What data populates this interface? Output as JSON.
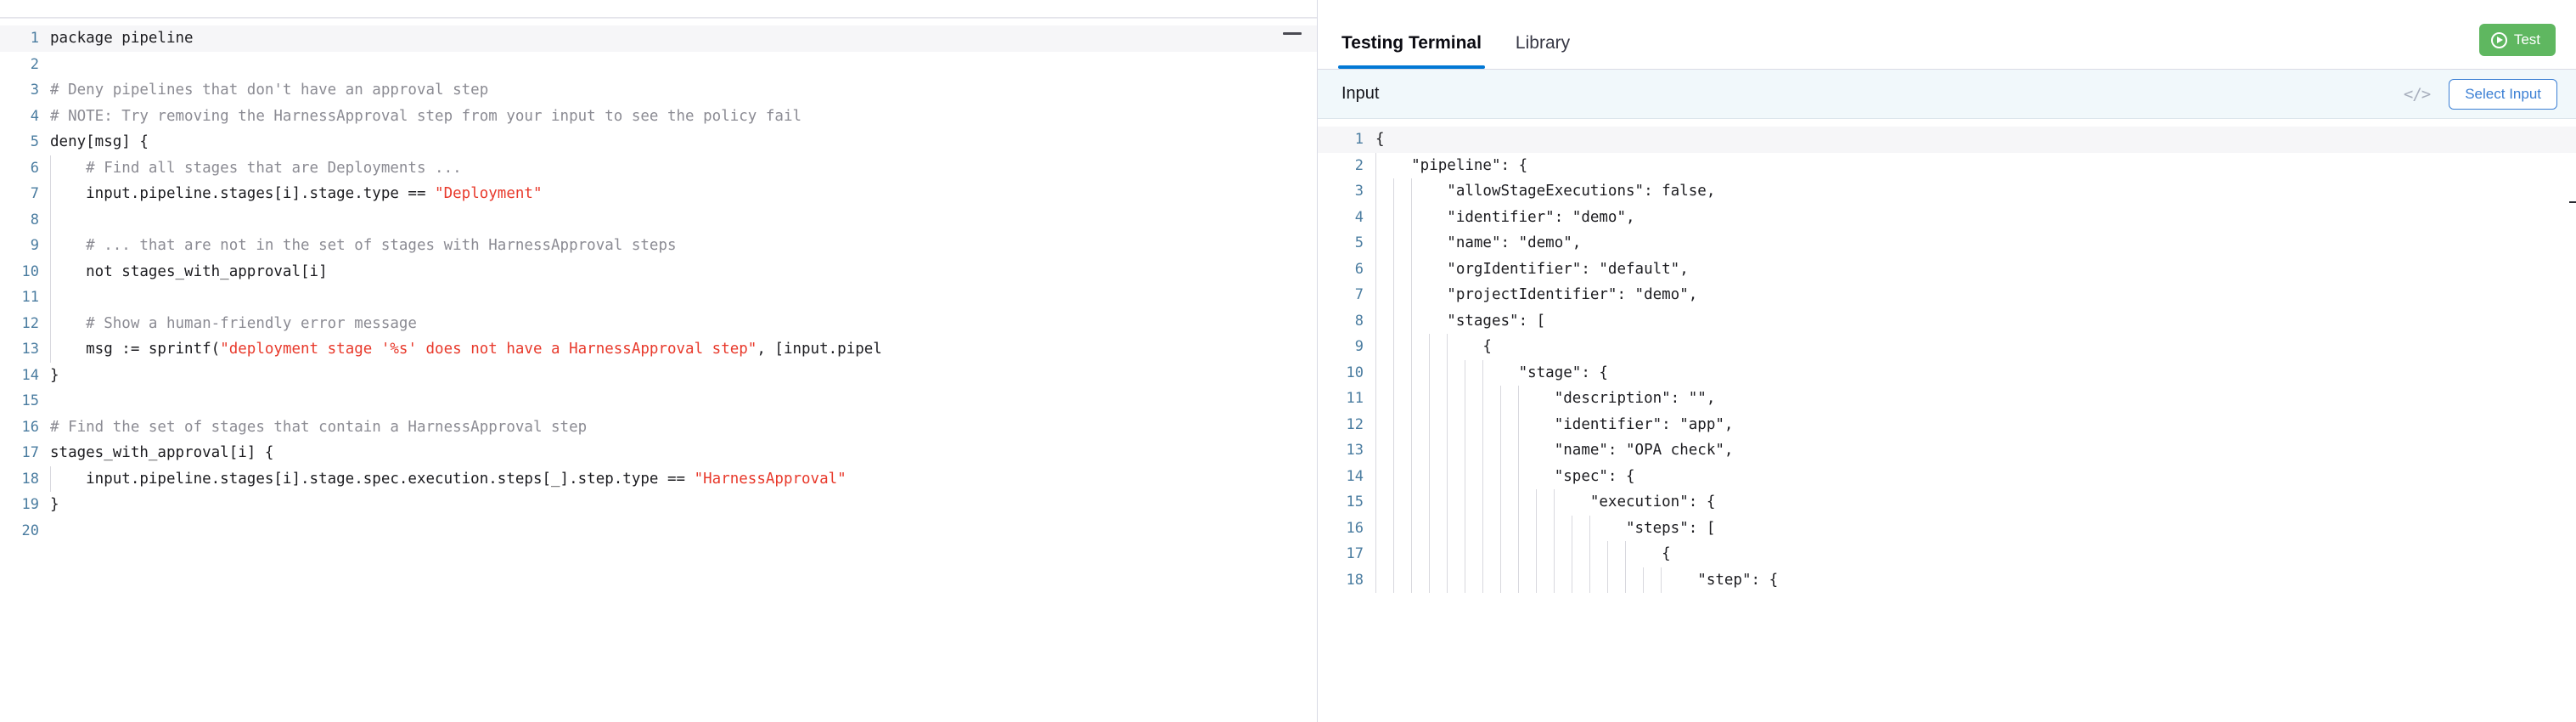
{
  "left_editor": {
    "name": "rego-policy-editor",
    "language": "rego",
    "minimize_icon": "minimize-icon",
    "lines": [
      {
        "n": "1",
        "segments": [
          {
            "t": "package pipeline",
            "c": "plain"
          }
        ]
      },
      {
        "n": "2",
        "segments": []
      },
      {
        "n": "3",
        "segments": [
          {
            "t": "# Deny pipelines that don't have an approval step",
            "c": "cmt"
          }
        ]
      },
      {
        "n": "4",
        "segments": [
          {
            "t": "# NOTE: Try removing the HarnessApproval step from your input to see the policy fail",
            "c": "cmt"
          }
        ]
      },
      {
        "n": "5",
        "segments": [
          {
            "t": "deny[msg] {",
            "c": "plain"
          }
        ]
      },
      {
        "n": "6",
        "segments": [
          {
            "t": "    # Find all stages that are Deployments ...",
            "c": "cmt"
          }
        ]
      },
      {
        "n": "7",
        "segments": [
          {
            "t": "    input.pipeline.stages[i].stage.type == ",
            "c": "plain"
          },
          {
            "t": "\"Deployment\"",
            "c": "str"
          }
        ]
      },
      {
        "n": "8",
        "segments": []
      },
      {
        "n": "9",
        "segments": [
          {
            "t": "    # ... that are not in the set of stages with HarnessApproval steps",
            "c": "cmt"
          }
        ]
      },
      {
        "n": "10",
        "segments": [
          {
            "t": "    not stages_with_approval[i]",
            "c": "plain"
          }
        ]
      },
      {
        "n": "11",
        "segments": []
      },
      {
        "n": "12",
        "segments": [
          {
            "t": "    # Show a human-friendly error message",
            "c": "cmt"
          }
        ]
      },
      {
        "n": "13",
        "segments": [
          {
            "t": "    msg := sprintf(",
            "c": "plain"
          },
          {
            "t": "\"deployment stage '%s' does not have a HarnessApproval step\"",
            "c": "str"
          },
          {
            "t": ", [input.pipel",
            "c": "plain"
          }
        ]
      },
      {
        "n": "14",
        "segments": [
          {
            "t": "}",
            "c": "plain"
          }
        ]
      },
      {
        "n": "15",
        "segments": []
      },
      {
        "n": "16",
        "segments": [
          {
            "t": "# Find the set of stages that contain a HarnessApproval step",
            "c": "cmt"
          }
        ]
      },
      {
        "n": "17",
        "segments": [
          {
            "t": "stages_with_approval[i] {",
            "c": "plain"
          }
        ]
      },
      {
        "n": "18",
        "segments": [
          {
            "t": "    input.pipeline.stages[i].stage.spec.execution.steps[_].step.type == ",
            "c": "plain"
          },
          {
            "t": "\"HarnessApproval\"",
            "c": "str"
          }
        ]
      },
      {
        "n": "19",
        "segments": [
          {
            "t": "}",
            "c": "plain"
          }
        ]
      },
      {
        "n": "20",
        "segments": []
      }
    ]
  },
  "right_panel": {
    "tabs": [
      {
        "label": "Testing Terminal",
        "active": true
      },
      {
        "label": "Library",
        "active": false
      }
    ],
    "test_button": {
      "label": "Test",
      "icon": "play-circle-icon",
      "color": "#5fb760"
    },
    "input_bar": {
      "title": "Input",
      "code_icon": "</>",
      "select_input_label": "Select Input",
      "accent": "#3b7fd4",
      "background": "#f1f8fb"
    },
    "json_editor": {
      "name": "input-json-editor",
      "lines": [
        {
          "n": "1",
          "text": "{",
          "guides": 0
        },
        {
          "n": "2",
          "text": "    \"pipeline\": {",
          "guides": 1
        },
        {
          "n": "3",
          "text": "        \"allowStageExecutions\": false,",
          "guides": 3
        },
        {
          "n": "4",
          "text": "        \"identifier\": \"demo\",",
          "guides": 3
        },
        {
          "n": "5",
          "text": "        \"name\": \"demo\",",
          "guides": 3
        },
        {
          "n": "6",
          "text": "        \"orgIdentifier\": \"default\",",
          "guides": 3
        },
        {
          "n": "7",
          "text": "        \"projectIdentifier\": \"demo\",",
          "guides": 3
        },
        {
          "n": "8",
          "text": "        \"stages\": [",
          "guides": 3
        },
        {
          "n": "9",
          "text": "            {",
          "guides": 5
        },
        {
          "n": "10",
          "text": "                \"stage\": {",
          "guides": 7
        },
        {
          "n": "11",
          "text": "                    \"description\": \"\",",
          "guides": 9
        },
        {
          "n": "12",
          "text": "                    \"identifier\": \"app\",",
          "guides": 9
        },
        {
          "n": "13",
          "text": "                    \"name\": \"OPA check\",",
          "guides": 9
        },
        {
          "n": "14",
          "text": "                    \"spec\": {",
          "guides": 9
        },
        {
          "n": "15",
          "text": "                        \"execution\": {",
          "guides": 11
        },
        {
          "n": "16",
          "text": "                            \"steps\": [",
          "guides": 13
        },
        {
          "n": "17",
          "text": "                                {",
          "guides": 15
        },
        {
          "n": "18",
          "text": "                                    \"step\": {",
          "guides": 17
        }
      ]
    }
  }
}
